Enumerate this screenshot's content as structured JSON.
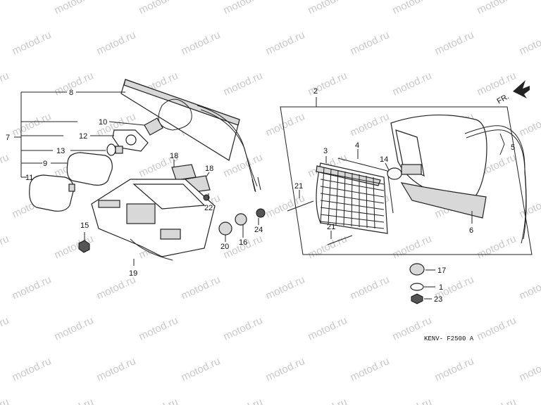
{
  "watermark": "motod.ru",
  "direction_label": "FR.",
  "diagram_code": "KENV-  F2500  A",
  "callouts": {
    "c1": "1",
    "c2": "2",
    "c3": "3",
    "c4": "4",
    "c5": "5",
    "c6": "6",
    "c7": "7",
    "c8": "8",
    "c9": "9",
    "c10": "10",
    "c11": "11",
    "c12": "12",
    "c13": "13",
    "c14": "14",
    "c15": "15",
    "c16": "16",
    "c17": "17",
    "c18a": "18",
    "c18b": "18",
    "c19": "19",
    "c20": "20",
    "c21a": "21",
    "c21b": "21",
    "c22": "22",
    "c23": "23",
    "c24": "24"
  }
}
